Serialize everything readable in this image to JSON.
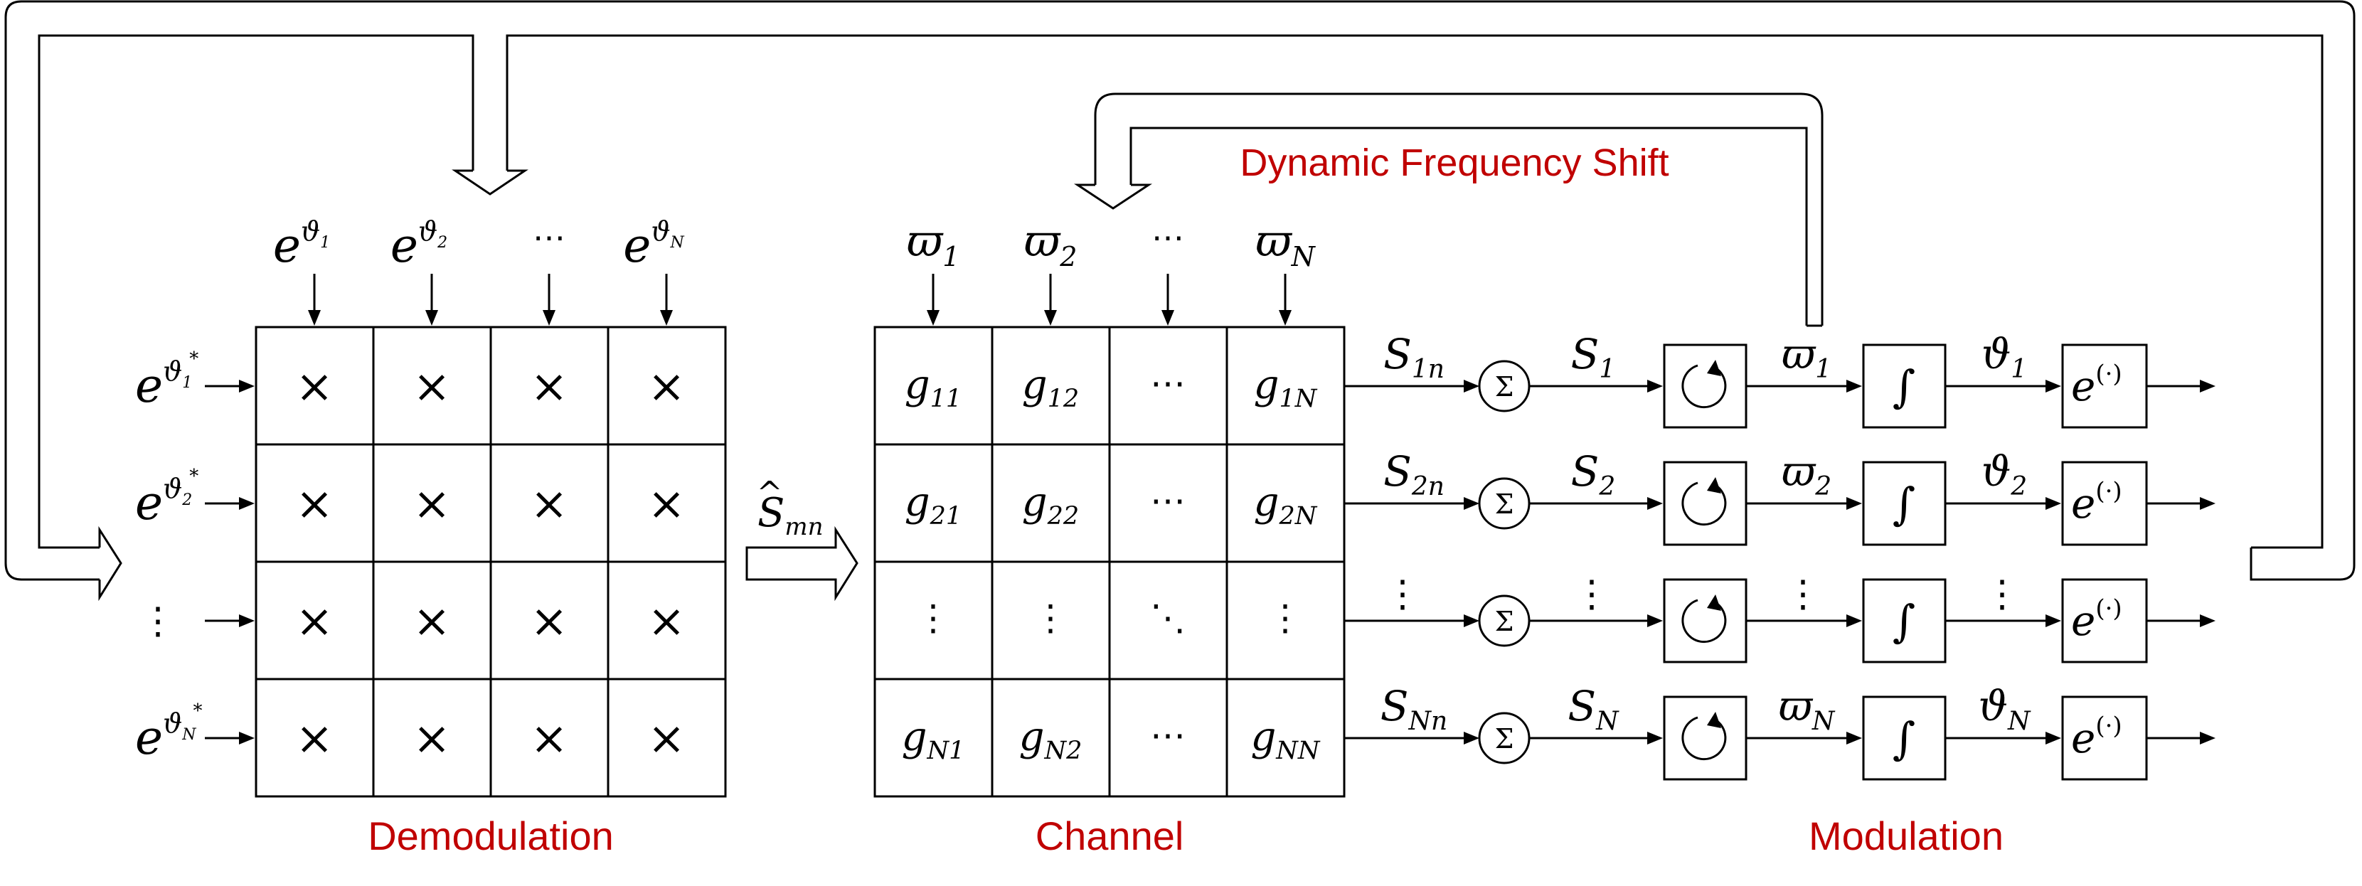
{
  "labels": {
    "demodulation": "Demodulation",
    "channel": "Channel",
    "modulation": "Modulation",
    "dynamic_frequency_shift": "Dynamic Frequency Shift"
  },
  "demod": {
    "cols": [
      {
        "base": "e",
        "sup": "ϑ",
        "sub": "1"
      },
      {
        "base": "e",
        "sup": "ϑ",
        "sub": "2"
      },
      {
        "base": "",
        "sup": "",
        "sub": "",
        "ellipsis": "⋯"
      },
      {
        "base": "e",
        "sup": "ϑ",
        "sub": "N"
      }
    ],
    "rows": [
      {
        "base": "e",
        "sup": "ϑ",
        "sub": "1",
        "star": "*"
      },
      {
        "base": "e",
        "sup": "ϑ",
        "sub": "2",
        "star": "*"
      },
      {
        "ellipsis": "⋮"
      },
      {
        "base": "e",
        "sup": "ϑ",
        "sub": "N",
        "star": "*"
      }
    ],
    "cell_symbol": "×"
  },
  "shat": {
    "base": "S",
    "accent": "^",
    "sub": "mn"
  },
  "channel": {
    "cols": [
      {
        "base": "ϖ",
        "sub": "1"
      },
      {
        "base": "ϖ",
        "sub": "2"
      },
      {
        "ellipsis": "⋯"
      },
      {
        "base": "ϖ",
        "sub": "N"
      }
    ],
    "cells": [
      [
        {
          "b": "g",
          "s": "11"
        },
        {
          "b": "g",
          "s": "12"
        },
        {
          "e": "⋯"
        },
        {
          "b": "g",
          "s": "1N"
        }
      ],
      [
        {
          "b": "g",
          "s": "21"
        },
        {
          "b": "g",
          "s": "22"
        },
        {
          "e": "⋯"
        },
        {
          "b": "g",
          "s": "2N"
        }
      ],
      [
        {
          "e": "⋮"
        },
        {
          "e": "⋮"
        },
        {
          "e": "⋱"
        },
        {
          "e": "⋮"
        }
      ],
      [
        {
          "b": "g",
          "s": "N1"
        },
        {
          "b": "g",
          "s": "N2"
        },
        {
          "e": "⋯"
        },
        {
          "b": "g",
          "s": "NN"
        }
      ]
    ]
  },
  "modulation": {
    "sum_symbol": "Σ",
    "integral_symbol": "∫",
    "exp_label": {
      "base": "e",
      "sup": "(·)"
    },
    "rows": [
      {
        "sin": {
          "b": "S",
          "s": "1n"
        },
        "s": {
          "b": "S",
          "s": "1"
        },
        "w": {
          "b": "ϖ",
          "s": "1"
        },
        "t": {
          "b": "ϑ",
          "s": "1"
        }
      },
      {
        "sin": {
          "b": "S",
          "s": "2n"
        },
        "s": {
          "b": "S",
          "s": "2"
        },
        "w": {
          "b": "ϖ",
          "s": "2"
        },
        "t": {
          "b": "ϑ",
          "s": "2"
        }
      },
      {
        "dots": "⋮"
      },
      {
        "sin": {
          "b": "S",
          "s": "Nn"
        },
        "s": {
          "b": "S",
          "s": "N"
        },
        "w": {
          "b": "ϖ",
          "s": "N"
        },
        "t": {
          "b": "ϑ",
          "s": "N"
        }
      }
    ]
  }
}
